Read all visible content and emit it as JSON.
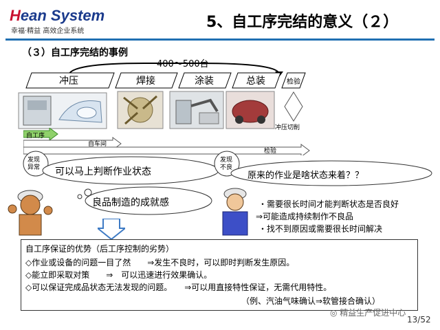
{
  "header": {
    "logo_h": "H",
    "logo_rest": "ean System",
    "logo_sub": "幸福·精益    高效企业系统",
    "title": "5、自工序完结的意义（２）"
  },
  "section_title": "（３）自工序完结的事例",
  "range_label": "400～500台",
  "processes": [
    "冲压",
    "焊接",
    "涂装",
    "总装",
    "检验"
  ],
  "labels": {
    "self_process": "自工序",
    "own_workshop": "自车间",
    "inspection": "检验",
    "press_cut": "冲压切削",
    "found_abnormal": "发现异常",
    "found_defect": "发现不良"
  },
  "bubbles": {
    "left_main": "可以马上判断作业状态",
    "left_sub": "良品制造的成就感",
    "right_main": "原来的作业是啥状态来着？？"
  },
  "right_notes": [
    "・需要很长时间才能判断状态是否良好",
    "⇒可能造成持续制作不良品",
    "・找不到原因或需要很长时间解决"
  ],
  "bottom_box": {
    "lines": [
      "自工序保证的优势（后工序控制的劣势）",
      "◇作业或设备的问题一目了然　　⇒发生不良时，可以即时判断发生原因。",
      "◇能立即采取对策　　⇒　可以迅速进行效果确认。",
      "◇可以保证完成品状态无法发现的问题。　　⇒可以用直接特性保证，无需代用特性。",
      "（例、汽油气味确认⇒软管接合确认）"
    ]
  },
  "watermark": "精益生产促进中心",
  "page_number": "13/52",
  "colors": {
    "title_rule": "#1f6fb2",
    "arrow_green": "#8fd16a",
    "logo_blue": "#1a3a8c",
    "logo_red": "#c8102e"
  }
}
